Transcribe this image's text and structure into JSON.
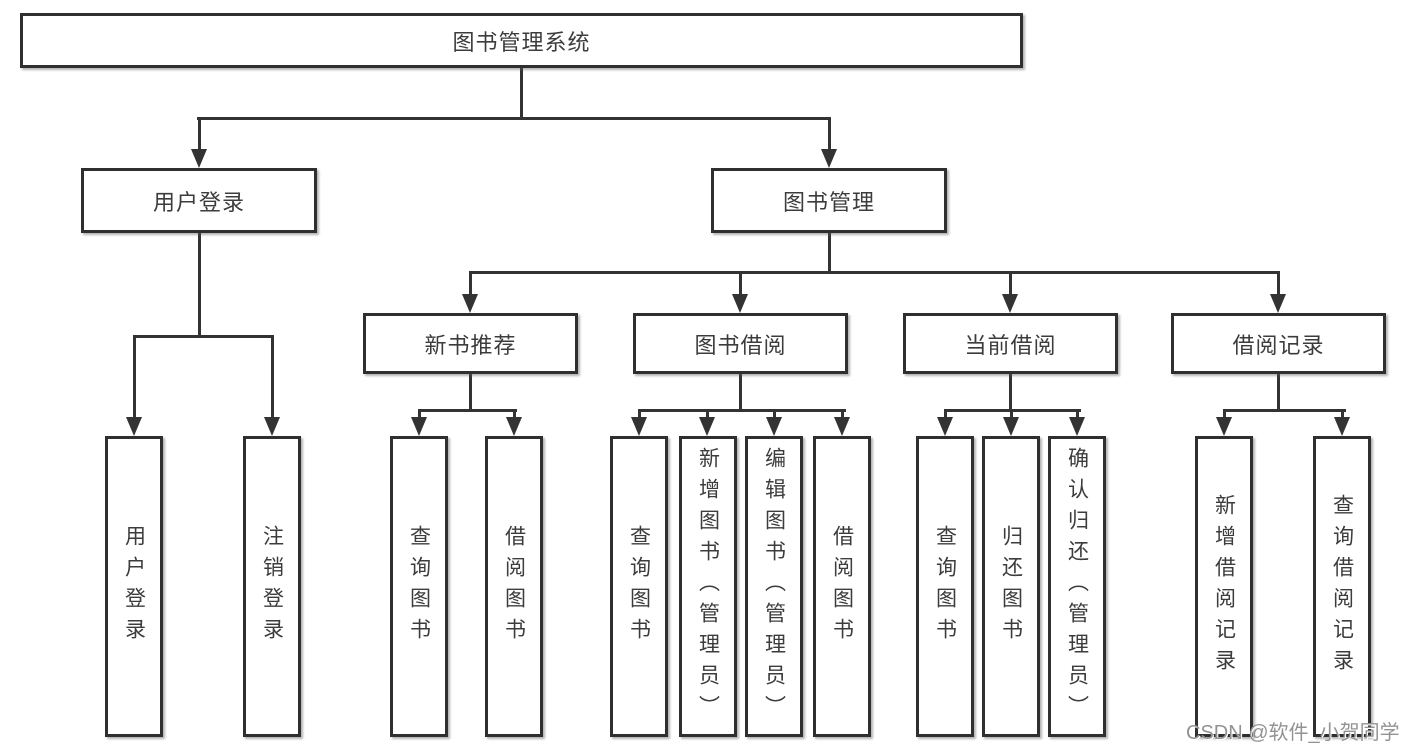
{
  "tree": {
    "label": "图书管理系统",
    "children": [
      {
        "label": "用户登录",
        "children": [
          {
            "label": "用户登录"
          },
          {
            "label": "注销登录"
          }
        ]
      },
      {
        "label": "图书管理",
        "children": [
          {
            "label": "新书推荐",
            "children": [
              {
                "label": "查询图书"
              },
              {
                "label": "借阅图书"
              }
            ]
          },
          {
            "label": "图书借阅",
            "children": [
              {
                "label": "查询图书"
              },
              {
                "label": "新增图书（管理员）"
              },
              {
                "label": "编辑图书（管理员）"
              },
              {
                "label": "借阅图书"
              }
            ]
          },
          {
            "label": "当前借阅",
            "children": [
              {
                "label": "查询图书"
              },
              {
                "label": "归还图书"
              },
              {
                "label": "确认归还（管理员）"
              }
            ]
          },
          {
            "label": "借阅记录",
            "children": [
              {
                "label": "新增借阅记录"
              },
              {
                "label": "查询借阅记录"
              }
            ]
          }
        ]
      }
    ]
  },
  "watermark": {
    "text": "CSDN @软件_小贺同学"
  },
  "colors": {
    "line": "#333333",
    "box_border": "#2f2f2f",
    "box_background": "#ffffff",
    "text": "#3c3c3c",
    "watermark": "#939393"
  }
}
